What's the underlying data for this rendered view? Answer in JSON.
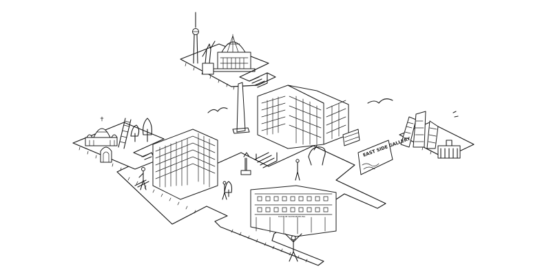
{
  "illustration": {
    "subject": "isometric line drawing of Berlin landmarks on floating platforms",
    "wall_mural_text": "EAST SIDE GALLERY",
    "facade_sign_text": "MUSEUM WAHRNEHMUNG",
    "colors": {
      "ink": "#1a1a1a",
      "background": "#ffffff"
    },
    "icons": [
      "tv-tower-icon",
      "reichstag-dome-icon",
      "cathedral-dome-icon",
      "bird-icon",
      "tree-icon",
      "ladder-icon",
      "brandenburg-gate-icon",
      "person-icon",
      "victory-column-icon"
    ]
  }
}
